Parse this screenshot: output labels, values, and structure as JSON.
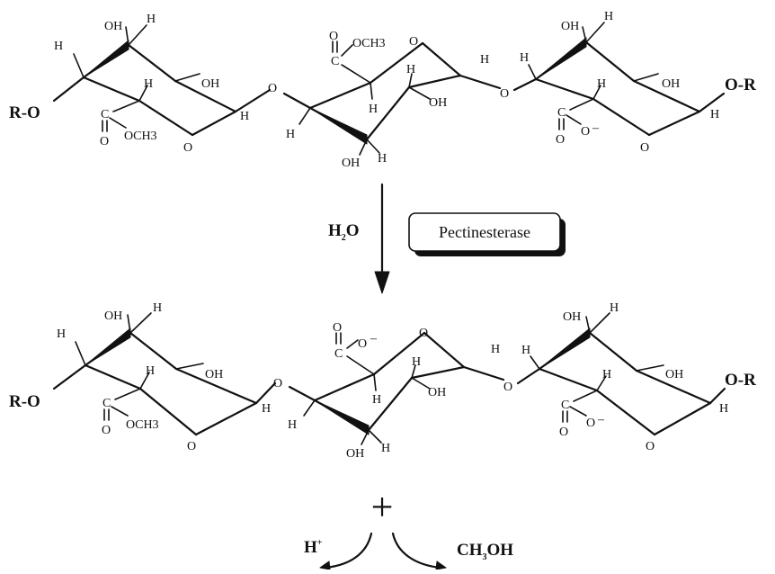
{
  "substrate": {
    "left_end": "R-O",
    "right_end": "O-R",
    "hydroxyl": "OH",
    "hydrogen": "H",
    "ring_oxygen": "O",
    "link_oxygen": "O",
    "ester_carbon": "C",
    "carbonyl_oxygen": "O",
    "methoxy": "OCH3",
    "methoxy_sub": "3",
    "carboxylate_oxygen": "O",
    "charge": "–"
  },
  "reaction": {
    "water": "H2O",
    "water_base": "H",
    "water_sub": "2",
    "water_tail": "O",
    "enzyme": "Pectinesterase",
    "plus": "+"
  },
  "byproducts": {
    "proton": "H",
    "proton_charge": "+",
    "methanol": "CH3OH",
    "methanol_base": "CH",
    "methanol_sub": "3",
    "methanol_tail": "OH"
  }
}
